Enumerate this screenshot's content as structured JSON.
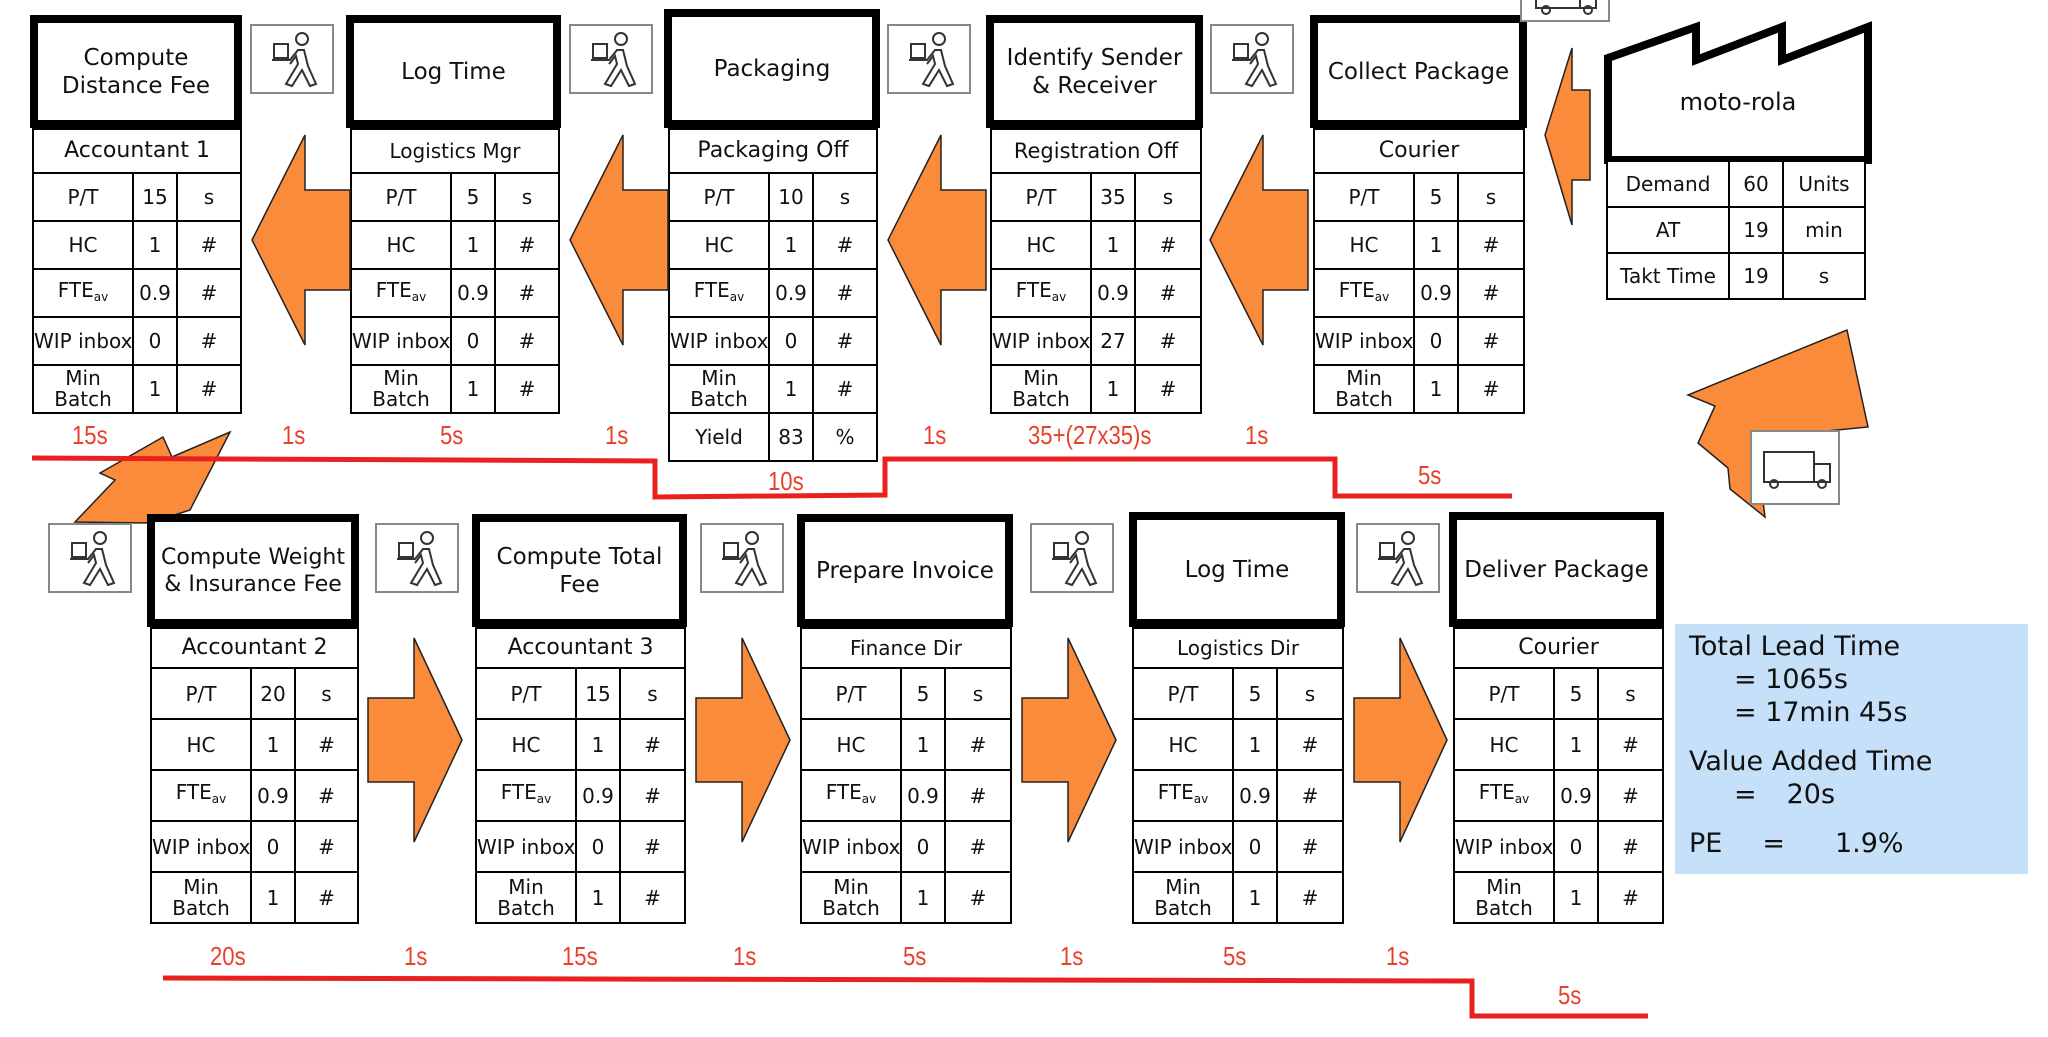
{
  "supplier": {
    "name": "moto-rola",
    "rows": [
      {
        "label": "Demand",
        "value": "60",
        "unit": "Units"
      },
      {
        "label": "AT",
        "value": "19",
        "unit": "min"
      },
      {
        "label": "Takt Time",
        "value": "19",
        "unit": "s"
      }
    ]
  },
  "top_row": [
    {
      "title": "Compute Distance Fee",
      "owner": "Accountant 1",
      "pt": "15",
      "hc": "1",
      "fte": "0.9",
      "wip": "0",
      "batch": "1"
    },
    {
      "title": "Log Time",
      "owner": "Logistics Mgr",
      "pt": "5",
      "hc": "1",
      "fte": "0.9",
      "wip": "0",
      "batch": "1"
    },
    {
      "title": "Packaging",
      "owner": "Packaging Off",
      "pt": "10",
      "hc": "1",
      "fte": "0.9",
      "wip": "0",
      "batch": "1",
      "yield": "83"
    },
    {
      "title": "Identify Sender & Receiver",
      "owner": "Registration Off",
      "pt": "35",
      "hc": "1",
      "fte": "0.9",
      "wip": "27",
      "batch": "1"
    },
    {
      "title": "Collect Package",
      "owner": "Courier",
      "pt": "5",
      "hc": "1",
      "fte": "0.9",
      "wip": "0",
      "batch": "1"
    }
  ],
  "bottom_row": [
    {
      "title": "Compute Weight & Insurance Fee",
      "owner": "Accountant 2",
      "pt": "20",
      "hc": "1",
      "fte": "0.9",
      "wip": "0",
      "batch": "1"
    },
    {
      "title": "Compute Total Fee",
      "owner": "Accountant 3",
      "pt": "15",
      "hc": "1",
      "fte": "0.9",
      "wip": "0",
      "batch": "1"
    },
    {
      "title": "Prepare Invoice",
      "owner": "Finance Dir",
      "pt": "5",
      "hc": "1",
      "fte": "0.9",
      "wip": "0",
      "batch": "1"
    },
    {
      "title": "Log Time",
      "owner": "Logistics Dir",
      "pt": "5",
      "hc": "1",
      "fte": "0.9",
      "wip": "0",
      "batch": "1"
    },
    {
      "title": "Deliver Package",
      "owner": "Courier",
      "pt": "5",
      "hc": "1",
      "fte": "0.9",
      "wip": "0",
      "batch": "1"
    }
  ],
  "labels": {
    "pt": "P/T",
    "hc": "HC",
    "fte": "FTE",
    "fte_sub": "av",
    "wip": "WIP inbox",
    "batch": "Min Batch",
    "yield": "Yield",
    "unit_s": "s",
    "unit_hash": "#",
    "unit_pct": "%"
  },
  "timeline_top": {
    "labels": [
      "15s",
      "1s",
      "5s",
      "1s",
      "10s",
      "1s",
      "35+(27x35)s",
      "1s",
      "5s"
    ]
  },
  "timeline_bottom": {
    "labels": [
      "20s",
      "1s",
      "15s",
      "1s",
      "5s",
      "1s",
      "5s",
      "1s",
      "5s"
    ]
  },
  "summary": {
    "lead_time_label": "Total Lead Time",
    "lead_time_seconds": "= 1065s",
    "lead_time_minutes": "= 17min 45s",
    "vat_label": "Value Added Time",
    "vat_eq": "=",
    "vat_value": "20s",
    "pe_label": "PE",
    "pe_eq": "=",
    "pe_value": "1.9%"
  },
  "colors": {
    "push_arrow": "#f98b3a",
    "timeline": "#e8201e",
    "timeline_text": "#e8402a",
    "summary_bg": "#c5e0f8"
  }
}
